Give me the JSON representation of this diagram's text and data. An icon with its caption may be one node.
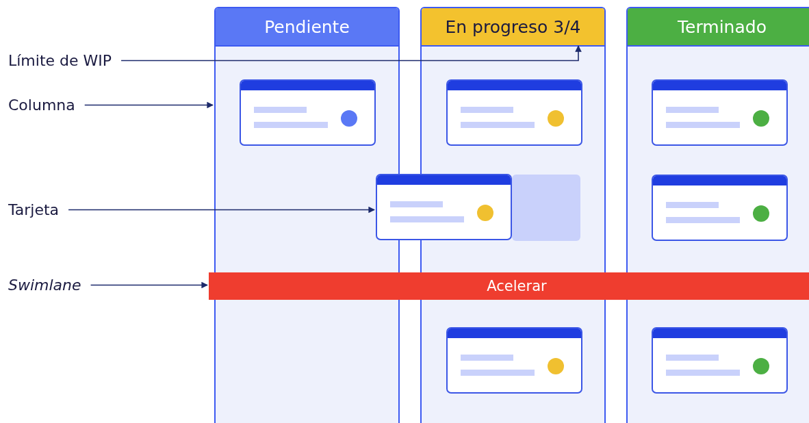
{
  "diagram": {
    "nodes": [
      {
        "text": [
          "Pendiente"
        ]
      },
      {
        "text": [],
        "shape": "box",
        "in": 0
      },
      {
        "text": [
          "En progreso 3/4"
        ]
      },
      {
        "text": [],
        "shape": "box",
        "in": 2
      },
      {
        "text": [],
        "shape": "box",
        "in": 2
      },
      {
        "text": [],
        "shape": "box",
        "in": 2
      },
      {
        "text": [
          "Terminado"
        ]
      },
      {
        "text": [],
        "shape": "box",
        "in": 6
      },
      {
        "text": [],
        "shape": "box",
        "in": 6
      },
      {
        "text": [],
        "shape": "box",
        "in": 6
      },
      {
        "text": [],
        "shape": "box"
      },
      {
        "text": [
          "Límite de WIP"
        ]
      },
      {
        "text": [
          "Columna"
        ]
      },
      {
        "text": [
          "Tarjeta"
        ]
      },
      {
        "text": [
          "Swimlane"
        ]
      },
      {
        "text": [
          "Acelerar"
        ]
      }
    ],
    "edges": [
      {
        "from": 11,
        "to": 2,
        "arrow": "to"
      },
      {
        "from": 12,
        "to": 0,
        "arrow": "to"
      },
      {
        "from": 13,
        "to": 10,
        "arrow": "to"
      },
      {
        "from": 14,
        "to": 15,
        "arrow": "to"
      }
    ]
  }
}
